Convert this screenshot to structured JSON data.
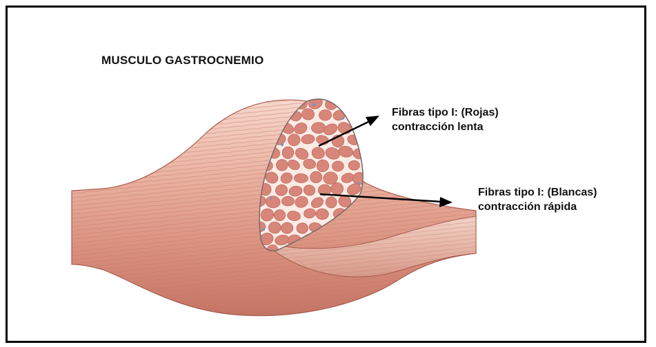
{
  "title": "MUSCULO GASTROCNEMIO",
  "callouts": [
    {
      "line1": "Fibras tipo I: (Rojas)",
      "line2": "contracción lenta"
    },
    {
      "line1": "Fibras tipo I: (Blancas)",
      "line2": "contracción rápida"
    }
  ],
  "colors": {
    "frame": "#000000",
    "muscle_light": "#f1c7b7",
    "muscle_mid": "#d98a78",
    "muscle_dark": "#b85a4c",
    "fascicle": "#d8867a",
    "endomysium": "#fbece5",
    "arrow": "#000000"
  },
  "icons": [
    "arrow-right"
  ]
}
